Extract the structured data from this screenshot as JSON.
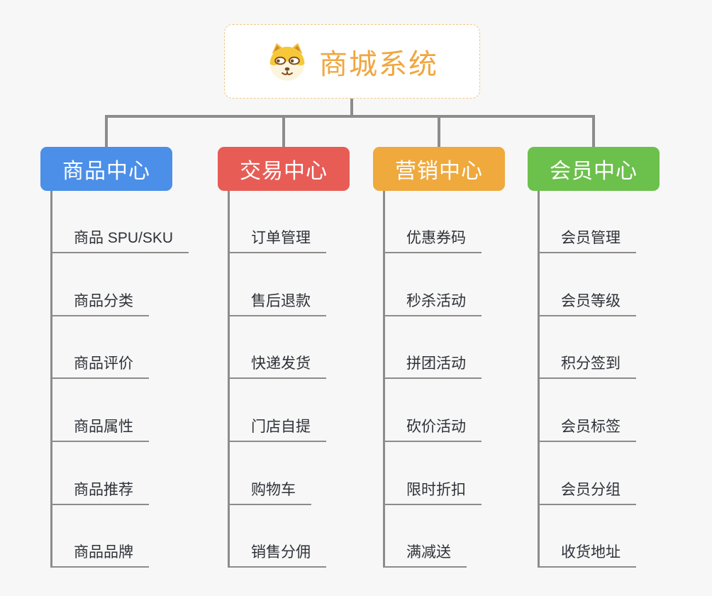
{
  "root": {
    "title": "商城系统",
    "icon": "shiba-dog-icon",
    "title_color": "#f0a63f",
    "border_color": "#f0c684"
  },
  "connector_color": "#8c8c8c",
  "background_color": "#f7f7f7",
  "branches": [
    {
      "label": "商品中心",
      "color": "#4b8fe8",
      "items": [
        "商品 SPU/SKU",
        "商品分类",
        "商品评价",
        "商品属性",
        "商品推荐",
        "商品品牌"
      ]
    },
    {
      "label": "交易中心",
      "color": "#e85c56",
      "items": [
        "订单管理",
        "售后退款",
        "快递发货",
        "门店自提",
        "购物车",
        "销售分佣"
      ]
    },
    {
      "label": "营销中心",
      "color": "#efa93c",
      "items": [
        "优惠券码",
        "秒杀活动",
        "拼团活动",
        "砍价活动",
        "限时折扣",
        "满减送"
      ]
    },
    {
      "label": "会员中心",
      "color": "#6cc04c",
      "items": [
        "会员管理",
        "会员等级",
        "积分签到",
        "会员标签",
        "会员分组",
        "收货地址"
      ]
    }
  ]
}
